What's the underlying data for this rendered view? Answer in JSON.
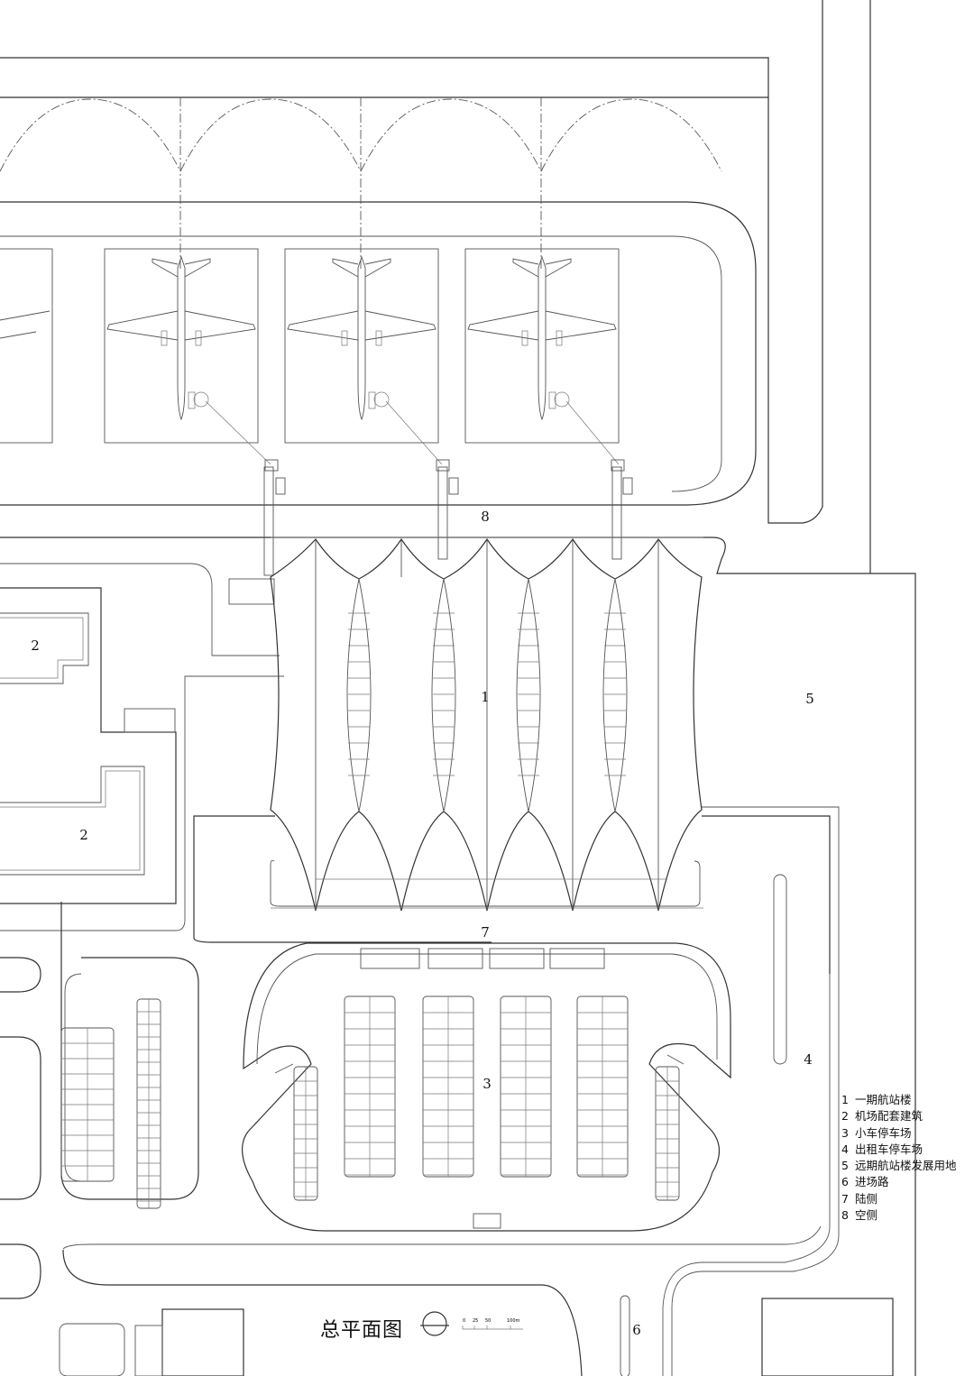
{
  "drawing": {
    "title": "总平面图",
    "scale_bar": {
      "ticks": [
        "0",
        "25",
        "50",
        "100m"
      ]
    }
  },
  "zone_labels": {
    "terminal": "1",
    "support_bldg_north": "2",
    "support_bldg_south": "2",
    "car_park": "3",
    "taxi_park": "4",
    "future_site": "5",
    "access_road": "6",
    "landside": "7",
    "airside": "8"
  },
  "legend": [
    {
      "num": "1",
      "text": "一期航站楼"
    },
    {
      "num": "2",
      "text": "机场配套建筑"
    },
    {
      "num": "3",
      "text": "小车停车场"
    },
    {
      "num": "4",
      "text": "出租车停车场"
    },
    {
      "num": "5",
      "text": "远期航站楼发展用地"
    },
    {
      "num": "6",
      "text": "进场路"
    },
    {
      "num": "7",
      "text": "陆侧"
    },
    {
      "num": "8",
      "text": "空侧"
    }
  ],
  "colors": {
    "line": "#333333",
    "background": "#ffffff"
  }
}
